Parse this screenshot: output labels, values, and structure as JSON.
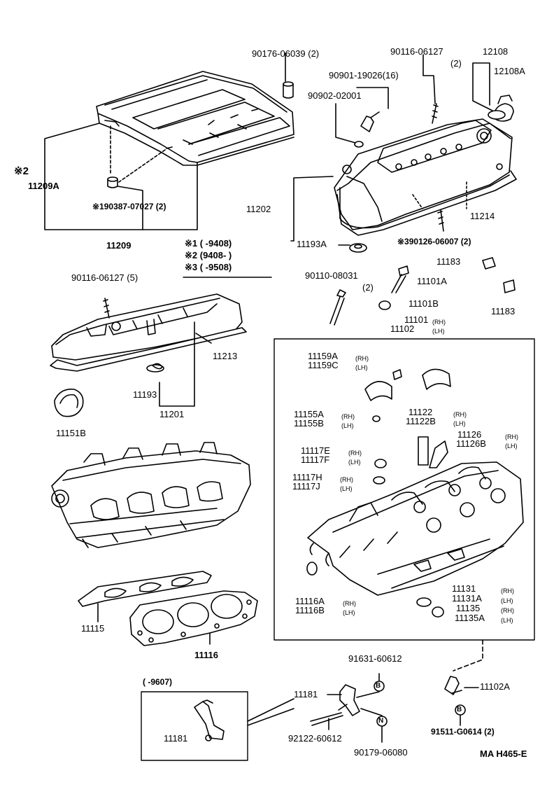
{
  "labels": {
    "p90176": "90176-06039 (2)",
    "p90116a": "90116-06127",
    "p90116a_qty": "(2)",
    "p12108": "12108",
    "p12108A": "12108A",
    "p90901": "90901-19026(16)",
    "p90902": "90902-02001",
    "mark2": "※2",
    "p11209A": "11209A",
    "p190387": "※190387-07027 (2)",
    "p11202": "11202",
    "p11214": "11214",
    "p11209": "11209",
    "legend1": "※1 (          -9408)",
    "legend2": "※2 (9408-          )",
    "legend3": "※3 (          -9508)",
    "p11193A": "11193A",
    "p390126": "※390126-06007 (2)",
    "p90116b": "90116-06127 (5)",
    "p90110": "90110-08031",
    "p90110_qty": "(2)",
    "p11183a": "11183",
    "p11101A": "11101A",
    "p11183b": "11183",
    "p11101B": "11101B",
    "p11101": "11101",
    "p11101_rh": "(RH)",
    "p11102": "11102",
    "p11102_lh": "(LH)",
    "p11213": "11213",
    "p11159A": "11159A",
    "p11159A_rh": "(RH)",
    "p11159C": "11159C",
    "p11159C_lh": "(LH)",
    "p11193": "11193",
    "p11201": "11201",
    "p11151B": "11151B",
    "p11155A": "11155A",
    "p11155A_rh": "(RH)",
    "p11155B": "11155B",
    "p11155B_lh": "(LH)",
    "p11122": "11122",
    "p11122_rh": "(RH)",
    "p11122B": "11122B",
    "p11122B_lh": "(LH)",
    "p11126": "11126",
    "p11126_rh": "(RH)",
    "p11126B": "11126B",
    "p11126B_lh": "(LH)",
    "p11117E": "11117E",
    "p11117E_rh": "(RH)",
    "p11117F": "11117F",
    "p11117F_lh": "(LH)",
    "p11117H": "11117H",
    "p11117H_rh": "(RH)",
    "p11117J": "11117J",
    "p11117J_lh": "(LH)",
    "p11116A": "11116A",
    "p11116A_rh": "(RH)",
    "p11116B": "11116B",
    "p11116B_lh": "(LH)",
    "p11131": "11131",
    "p11131_rh": "(RH)",
    "p11131A": "11131A",
    "p11131A_lh": "(LH)",
    "p11135": "11135",
    "p11135_rh": "(RH)",
    "p11135A": "11135A",
    "p11135A_lh": "(LH)",
    "p11115": "11115",
    "p11116": "11116",
    "p91631": "91631-60612",
    "p11181a": "11181",
    "p11102A": "11102A",
    "p91511": "91511-G0614 (2)",
    "p9607": "(       -9607)",
    "p11181b": "11181",
    "p92122": "92122-60612",
    "p90179": "90179-06080",
    "code": "MA  H465-E",
    "circ_b1": "B",
    "circ_n": "N",
    "circ_b2": "B"
  }
}
